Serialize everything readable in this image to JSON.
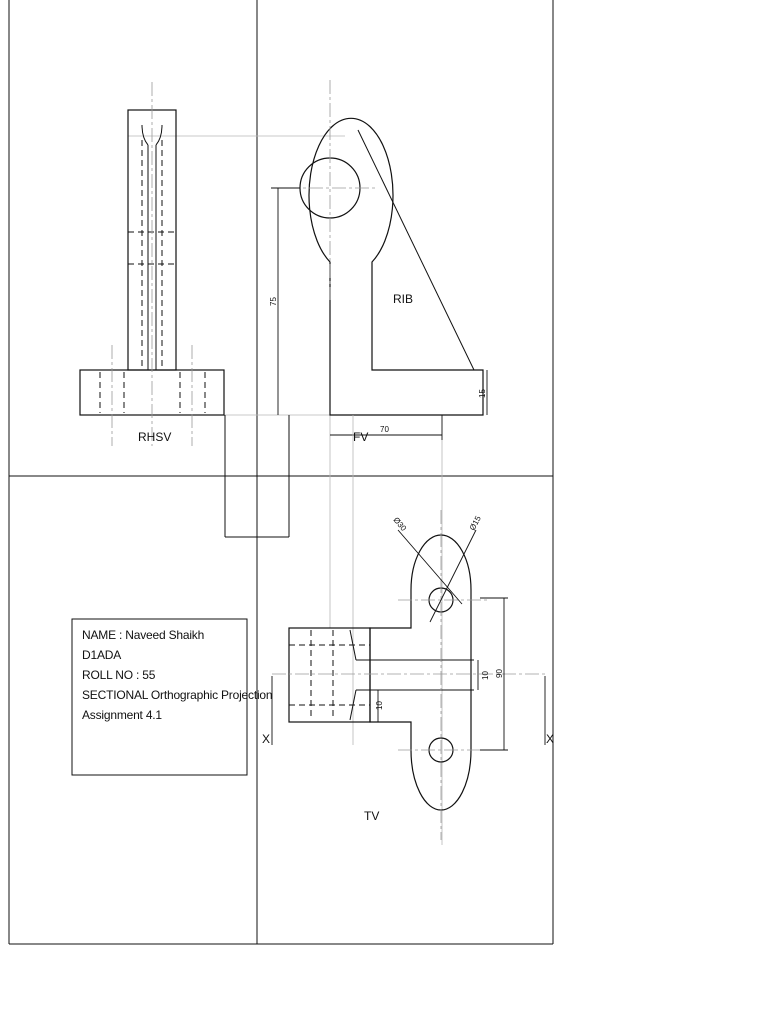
{
  "sheet": {
    "view_labels": {
      "rhsv": "RHSV",
      "fv": "FV",
      "tv": "TV",
      "rib": "RIB",
      "x_left": "X",
      "x_right": "X"
    },
    "dimensions": {
      "height_75": "75",
      "base_15": "15",
      "length_70": "70",
      "dia_30": "Ø30",
      "dia_15": "Ø15",
      "slot_10": "10",
      "width_10": "10",
      "spacing_90": "90"
    },
    "title_block": {
      "name": "NAME : Naveed Shaikh",
      "division": "D1ADA",
      "roll": "ROLL NO : 55",
      "subject": "SECTIONAL Orthographic Projection",
      "assignment": "Assignment 4.1"
    }
  }
}
